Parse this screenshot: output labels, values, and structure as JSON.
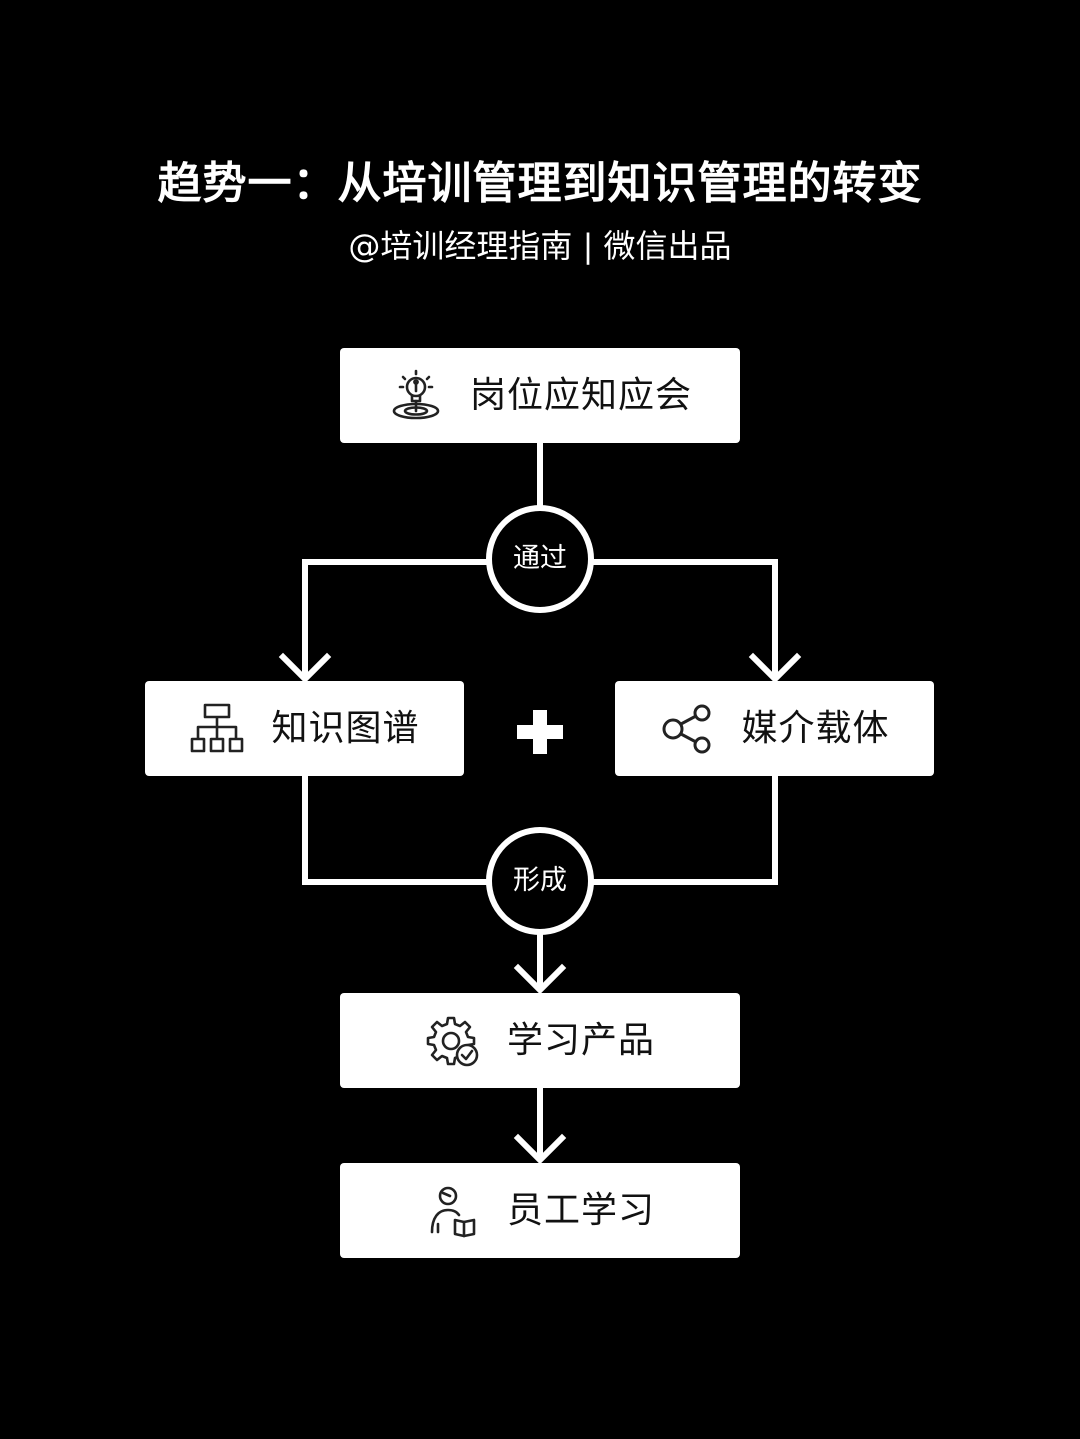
{
  "title": "趋势一：从培训管理到知识管理的转变",
  "subtitle": "@培训经理指南 | 微信出品",
  "nodes": {
    "top": {
      "label": "岗位应知应会",
      "icon": "lightbulb-target-icon"
    },
    "left": {
      "label": "知识图谱",
      "icon": "hierarchy-icon"
    },
    "right": {
      "label": "媒介载体",
      "icon": "share-nodes-icon"
    },
    "product": {
      "label": "学习产品",
      "icon": "gear-check-icon"
    },
    "learn": {
      "label": "员工学习",
      "icon": "person-book-icon"
    }
  },
  "connectors": {
    "through": "通过",
    "form": "形成",
    "plus": "+"
  },
  "colors": {
    "background": "#000000",
    "box": "#ffffff",
    "line": "#ffffff",
    "text_dark": "#111111"
  }
}
